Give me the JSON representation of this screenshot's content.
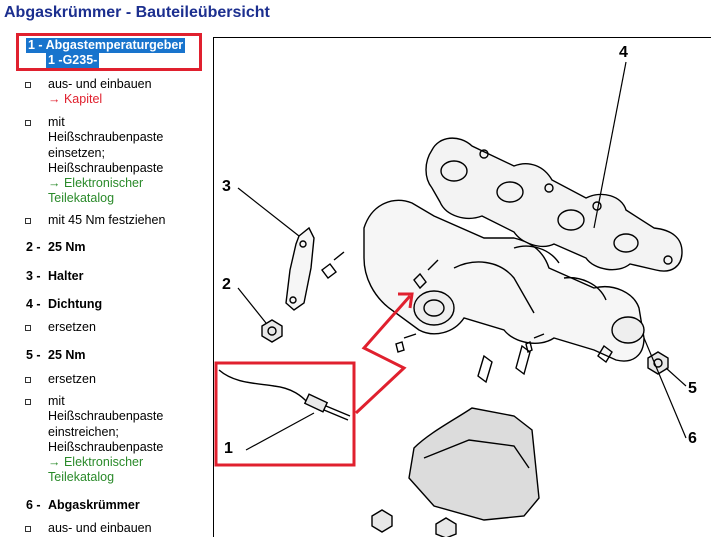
{
  "page": {
    "title": "Abgaskrümmer - Bauteileübersicht"
  },
  "items": [
    {
      "num": "1 -",
      "label_line1": "Abgastemperaturgeber",
      "label_line2": "1 -G235-"
    },
    {
      "num": "2 -",
      "label": "25 Nm"
    },
    {
      "num": "3 -",
      "label": "Halter"
    },
    {
      "num": "4 -",
      "label": "Dichtung"
    },
    {
      "num": "5 -",
      "label": "25 Nm"
    },
    {
      "num": "6 -",
      "label": "Abgaskrümmer"
    }
  ],
  "item1_subs": {
    "s1": "aus- und einbauen",
    "s1_link": "→ Kapitel",
    "s2_l1": "mit",
    "s2_l2": "Heißschraubenpaste",
    "s2_l3": "einsetzen;",
    "s2_l4": "Heißschraubenpaste",
    "s2_link1": "→ Elektronischer",
    "s2_link2": "Teilekatalog",
    "s3": "mit 45 Nm festziehen"
  },
  "item4_subs": {
    "s1": "ersetzen"
  },
  "item5_subs": {
    "s1": "ersetzen",
    "s2_l1": "mit",
    "s2_l2": "Heißschraubenpaste",
    "s2_l3": "einstreichen;",
    "s2_l4": "Heißschraubenpaste",
    "s2_link1": "→ Elektronischer",
    "s2_link2": "Teilekatalog"
  },
  "item6_subs": {
    "s1": "aus- und einbauen"
  },
  "figure": {
    "callouts": [
      "1",
      "2",
      "3",
      "4",
      "5",
      "6"
    ],
    "highlight_color": "#e0202e"
  }
}
